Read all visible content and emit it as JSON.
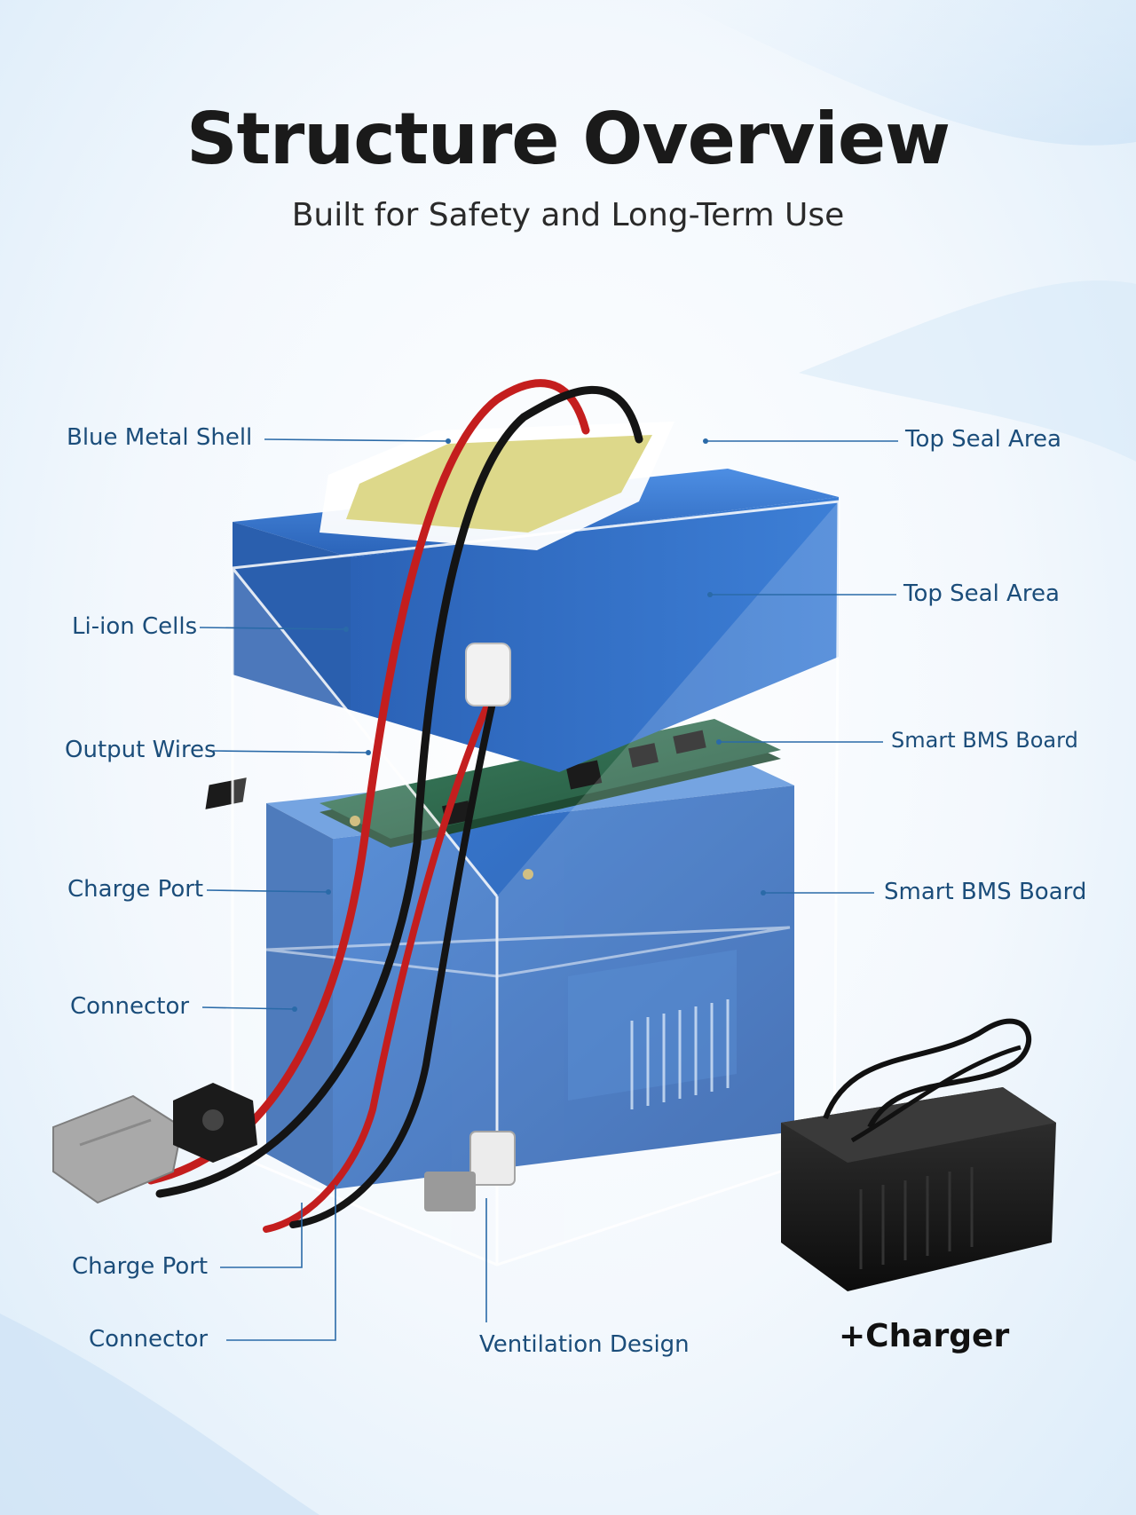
{
  "title": "Structure Overview",
  "subtitle": "Built for Safety and Long-Term Use",
  "labels": {
    "left": [
      "Blue Metal Shell",
      "Li-ion Cells",
      "Output Wires",
      "Charge Port",
      "Connector",
      "Charge Port",
      "Connector"
    ],
    "right": [
      "Top Seal Area",
      "Top Seal Area",
      "Smart BMS Board",
      "Smart BMS Board"
    ],
    "bottom": "Ventilation Design"
  },
  "charger_label": "+Charger",
  "colors": {
    "shell_blue": "#2f6fc8",
    "label_text": "#1b4d7a",
    "wire_red": "#c41e1e",
    "wire_black": "#141414",
    "pcb_green": "#2f6b4d",
    "seal_yellow": "#ddd88a"
  }
}
